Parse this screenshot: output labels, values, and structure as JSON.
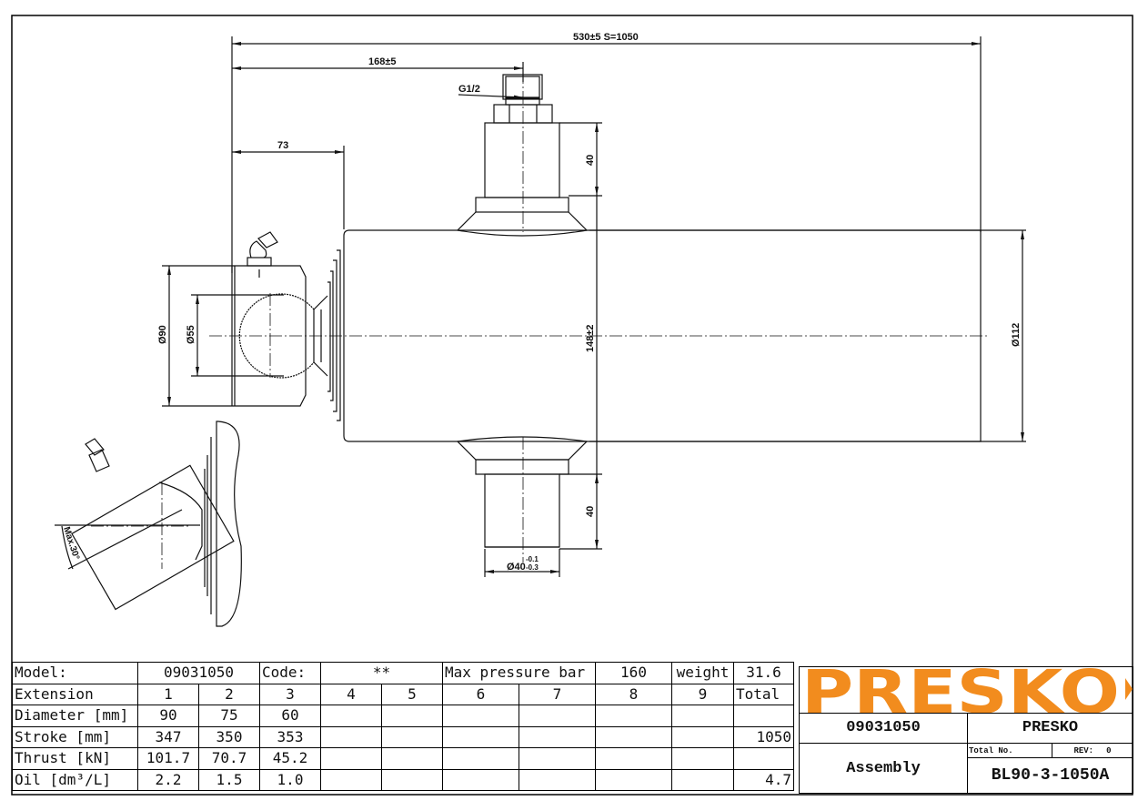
{
  "drawing": {
    "dimensions": {
      "overall_length": "530±5  S=1050",
      "port_position": "168±5",
      "port_thread": "G1/2",
      "ball_offset": "73",
      "mount_diameter": "Ø90",
      "ball_diameter": "Ø55",
      "trunnion_span": "148±2",
      "trunnion_length_top": "40",
      "trunnion_length_bottom": "40",
      "barrel_diameter": "Ø112",
      "trunnion_diameter": "Ø40",
      "trunnion_tol_upper": "-0.1",
      "trunnion_tol_lower": "-0.3",
      "tilt_angle": "Max.30°"
    }
  },
  "spec_table": {
    "model_label": "Model:",
    "model_value": "09031050",
    "code_label": "Code:",
    "code_value": "**",
    "max_pressure_label": "Max pressure bar",
    "max_pressure_value": "160",
    "weight_label": "weight",
    "weight_value": "31.6",
    "header": [
      "Extension",
      "1",
      "2",
      "3",
      "4",
      "5",
      "6",
      "7",
      "8",
      "9",
      "Total"
    ],
    "rows": [
      {
        "label": "Diameter [mm]",
        "values": [
          "90",
          "75",
          "60",
          "",
          "",
          "",
          "",
          "",
          ""
        ],
        "total": ""
      },
      {
        "label": "Stroke [mm]",
        "values": [
          "347",
          "350",
          "353",
          "",
          "",
          "",
          "",
          "",
          ""
        ],
        "total": "1050"
      },
      {
        "label": "Thrust [kN]",
        "values": [
          "101.7",
          "70.7",
          "45.2",
          "",
          "",
          "",
          "",
          "",
          ""
        ],
        "total": ""
      },
      {
        "label": "Oil [dm³/L]",
        "values": [
          "2.2",
          "1.5",
          "1.0",
          "",
          "",
          "",
          "",
          "",
          ""
        ],
        "total": "4.7"
      }
    ]
  },
  "title_block": {
    "logo_text": "PRESKO",
    "logo_color": "#F28C1E",
    "model_number": "09031050",
    "brand": "PRESKO",
    "drawing_type": "Assembly",
    "total_no_label": "Total No.",
    "rev_label": "REV:",
    "rev_value": "0",
    "drawing_number": "BL90-3-1050A"
  }
}
